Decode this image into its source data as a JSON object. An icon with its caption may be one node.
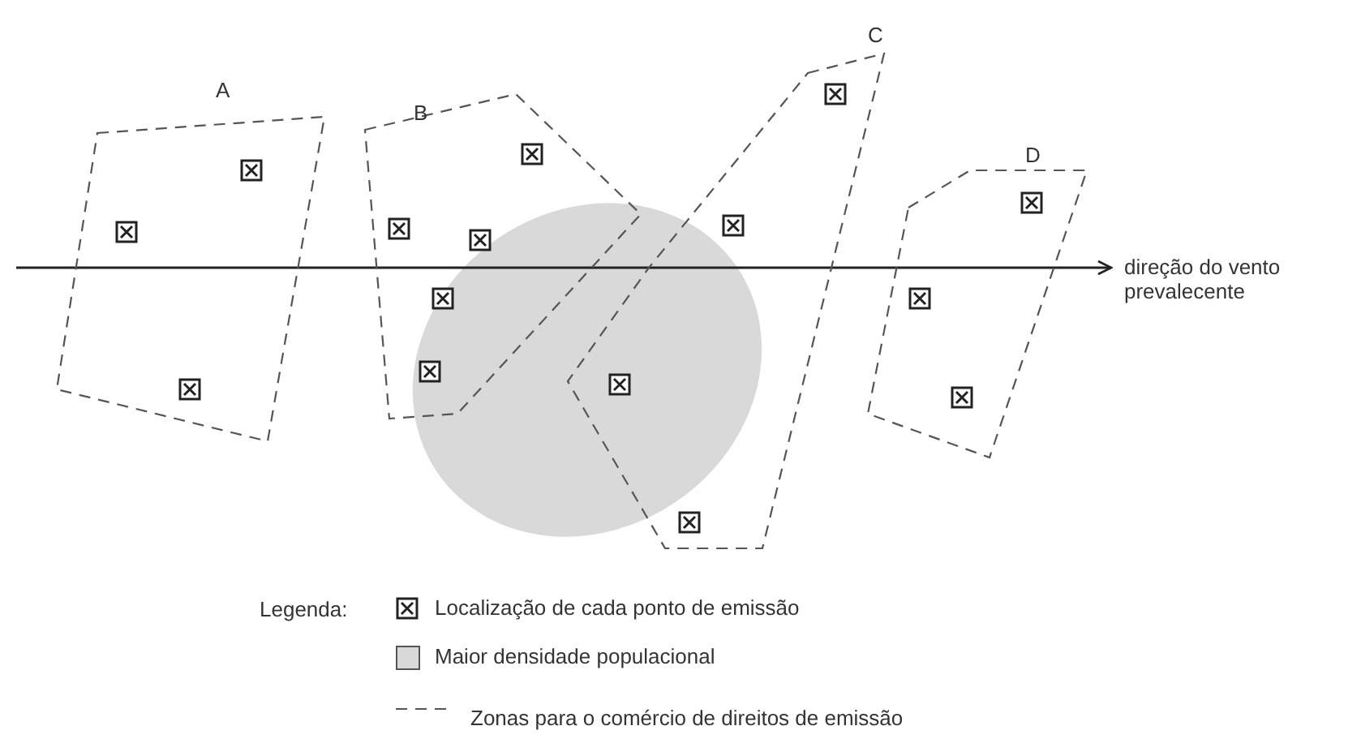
{
  "diagram": {
    "nodes": [
      {
        "text": [
          "A"
        ]
      },
      {
        "text": [
          "B"
        ]
      },
      {
        "text": [
          "C"
        ]
      },
      {
        "text": [
          "D"
        ]
      }
    ],
    "labels": [
      "direção do vento prevalecente",
      "Legenda:"
    ],
    "legend": [
      {
        "text": "Localização de cada ponto de emissão"
      },
      {
        "text": "Maior densidade populacional",
        "color": "#d9d9d9"
      },
      {
        "text": "Zonas para o comércio de direitos de emissão"
      }
    ]
  }
}
